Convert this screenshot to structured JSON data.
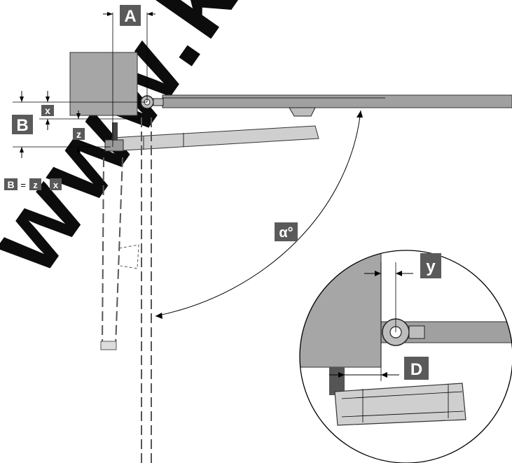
{
  "labels": {
    "a": "A",
    "b": "B",
    "x": "x",
    "z": "z",
    "y": "y",
    "d": "D",
    "alpha": "α°"
  },
  "formula": {
    "lhs": "B",
    "eq": "=",
    "term1": "z",
    "plus": "+",
    "term2": "x"
  },
  "watermark": "www.k",
  "colors": {
    "label_bg": "#5a5a5a",
    "wall": "#a6a6a6",
    "arm": "#cfcfcf",
    "watermark": "#000000"
  }
}
